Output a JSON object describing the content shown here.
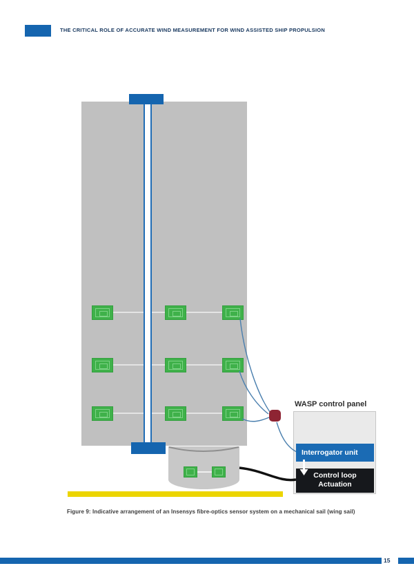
{
  "header": {
    "title": "THE CRITICAL ROLE OF ACCURATE WIND MEASUREMENT FOR WIND ASSISTED SHIP PROPULSION"
  },
  "diagram": {
    "panel_title": "WASP control panel",
    "interrogator_label": "Interrogator unit",
    "control_loop_line1": "Control loop",
    "control_loop_line2": "Actuation",
    "sail_sensor_count": 9,
    "pedestal_sensor_count": 2
  },
  "figure": {
    "caption": "Figure 9:  Indicative arrangement of an Insensys fibre-optics sensor system on a mechanical sail (wing sail)"
  },
  "footer": {
    "page_number": "15"
  },
  "colors": {
    "accent_blue": "#1565af",
    "fibre_line_blue": "#4a7fae",
    "sensor_green": "#3fb14a",
    "junction_red": "#8e2433",
    "deck_yellow": "#ecd500",
    "interrogator_blue": "#1b6bb4",
    "control_box_black": "#16181c",
    "sail_grey": "#c0c0c0"
  }
}
